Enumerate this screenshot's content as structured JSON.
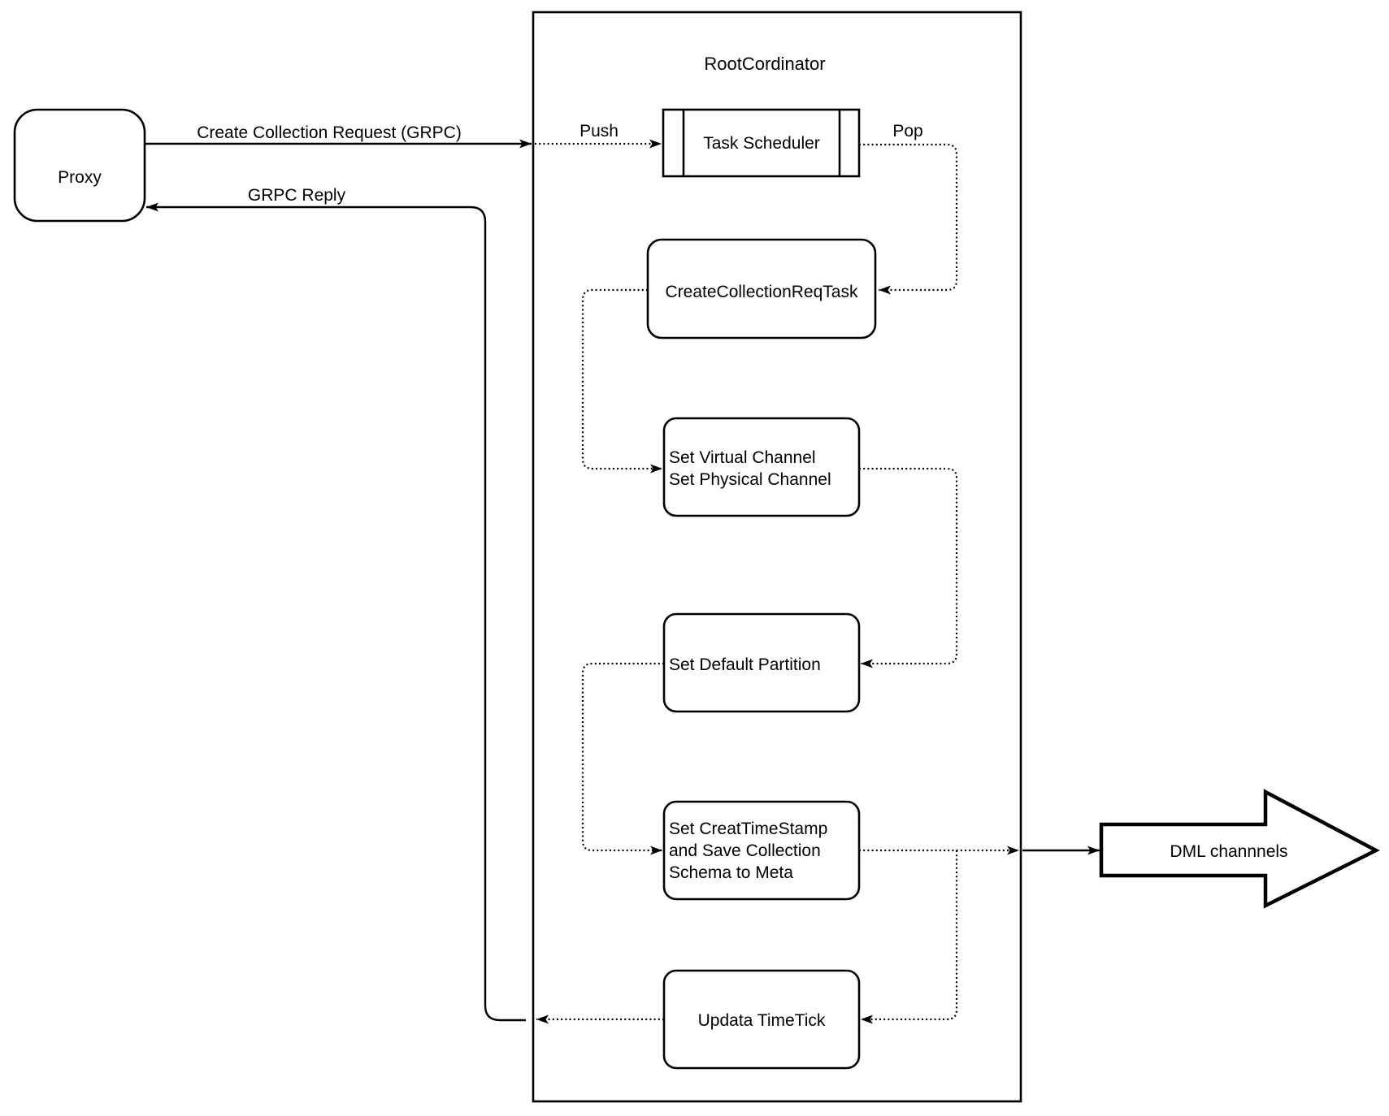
{
  "diagram": {
    "title": "RootCordinator",
    "proxy": {
      "label": "Proxy"
    },
    "nodes": {
      "task_scheduler": {
        "label": "Task Scheduler"
      },
      "create_collection_req_task": {
        "label": "CreateCollectionReqTask"
      },
      "set_virtual_channel": {
        "lines": [
          "Set Virtual Channel",
          "Set Physical Channel"
        ]
      },
      "set_default_partition": {
        "label": "Set Default Partition"
      },
      "set_creat_timestamp": {
        "lines": [
          "Set CreatTimeStamp",
          "and Save Collection",
          "Schema to Meta"
        ]
      },
      "updata_timetick": {
        "label": "Updata TimeTick"
      }
    },
    "edges": {
      "create_collection_request": {
        "label": "Create Collection Request (GRPC)"
      },
      "grpc_reply": {
        "label": "GRPC Reply"
      },
      "push": {
        "label": "Push"
      },
      "pop": {
        "label": "Pop"
      }
    },
    "output": {
      "label": "DML channnels"
    },
    "colors": {
      "line": "#000000",
      "background": "#ffffff",
      "shape_fill": "#ffffff"
    }
  }
}
